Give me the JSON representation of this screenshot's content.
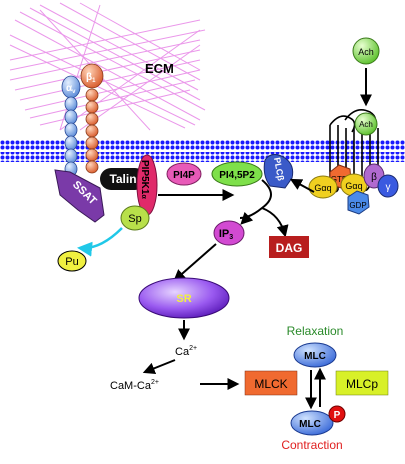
{
  "labels": {
    "ecm": "ECM",
    "alpha": "α",
    "alpha_sub": "v",
    "beta": "β",
    "beta_sub": "1",
    "talin": "Talin",
    "ssat": "SSAT",
    "pip5k": "PIP5K1",
    "pip5k_sub": "α",
    "sp": "Sp",
    "pi4p": "PI4P",
    "pi45p2": "PI4,5P2",
    "plc": "PLCβ",
    "pu": "Pu",
    "ip3": "IP",
    "ip3_sub": "3",
    "dag": "DAG",
    "sr": "SR",
    "ca": "Ca",
    "ca_sup": "2+",
    "cam_ca": "CaM-Ca",
    "cam_ca_sup": "2+",
    "relaxation": "Relaxation",
    "mlc_top": "MLC",
    "mlc_bottom": "MLC",
    "p": "P",
    "contraction": "Contraction",
    "mlck": "MLCK",
    "mlcp": "MLCp",
    "ach_top": "Ach",
    "ach_bound": "Ach",
    "gtp": "GTP",
    "gdp": "GDP",
    "gaq1": "Gαq",
    "gaq2": "Gαq",
    "gbeta": "β",
    "ggamma": "γ"
  },
  "colors": {
    "membrane": "#1a1aff",
    "ecm_fibers": "#e88ce8",
    "alpha_integrin": "#6aa2dc",
    "beta_integrin": "#e07a4a",
    "ssat": "#7a3aa8",
    "talin": "#111111",
    "pip5k": "#e02a6a",
    "sp": "#b8e04a",
    "pi4p": "#e85ab8",
    "pi45p2": "#7ee04a",
    "plc": "#3a5ac8",
    "ip3": "#d24ad2",
    "dag": "#b81e1e",
    "sr": "#8a4ae8",
    "pu": "#f0f040",
    "ach": "#7ed04a",
    "gaq": "#f0d020",
    "gtp": "#e86a30",
    "gdp": "#4a8ae8",
    "gbeta": "#b06ad0",
    "ggamma": "#3a5ae0",
    "mlc": "#3a7ae0",
    "mlck": "#f06a30",
    "mlcp": "#d8f028",
    "relaxation": "#2a8a2a",
    "contraction": "#e02020",
    "phospho": "#e01010"
  }
}
